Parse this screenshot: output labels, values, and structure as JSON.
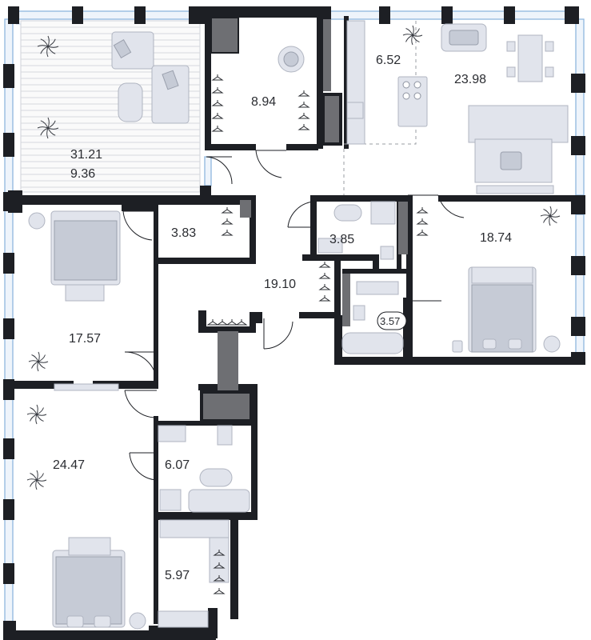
{
  "rooms": {
    "terrace_total": "31.21",
    "terrace": "9.36",
    "wardrobe_top": "8.94",
    "kitchen": "6.52",
    "living": "23.98",
    "closet_small": "3.83",
    "bath_top": "3.85",
    "hall": "19.10",
    "bedroom_right": "18.74",
    "bath_right": "3.57",
    "bedroom_left": "17.57",
    "bath_left": "6.07",
    "bedroom_bottom": "24.47",
    "wardrobe_bottom": "5.97"
  },
  "colors": {
    "wall": "#1d1f24",
    "shaft": "#6e6f73",
    "window": "#8fb7de",
    "furniture": "#e1e4ec"
  }
}
